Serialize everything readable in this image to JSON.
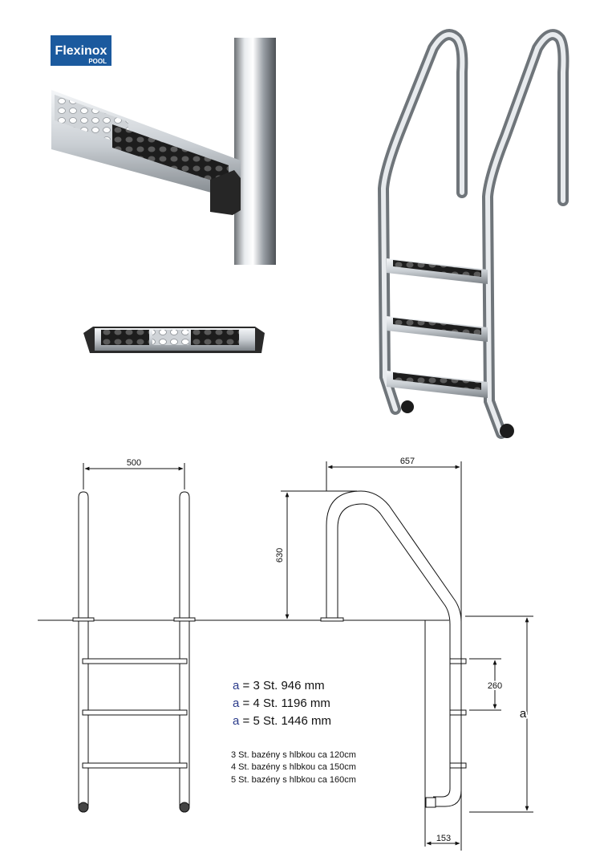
{
  "logo": {
    "brand": "Flexinox",
    "sub": "POOL",
    "color": "#1b5a9e"
  },
  "dimensions": {
    "width": "500",
    "depth": "657",
    "handrail_height": "630",
    "step_spacing": "260",
    "wall_offset": "153",
    "a_symbol": "a"
  },
  "models": [
    {
      "prefix": "a",
      "text": " = 3 St. 946 mm"
    },
    {
      "prefix": "a",
      "text": " = 4 St. 1196 mm"
    },
    {
      "prefix": "a",
      "text": " = 5 St. 1446 mm"
    }
  ],
  "notes": [
    "3 St. bazény s hlbkou ca 120cm",
    "4 St. bazény s hlbkou ca 150cm",
    "5 St. bazény s hlbkou ca 160cm"
  ],
  "colors": {
    "accent_a": "#2a3a8a",
    "line": "#111111",
    "step_dark": "#2a2a2a"
  }
}
